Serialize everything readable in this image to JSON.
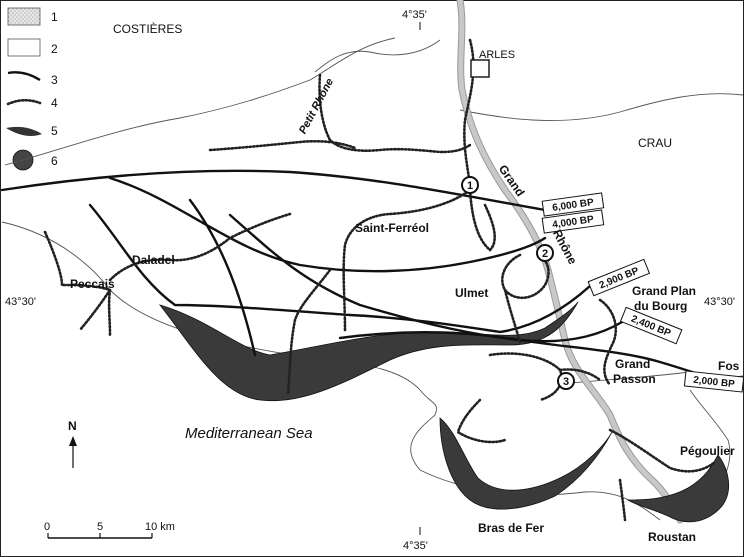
{
  "legend": [
    {
      "key": "1",
      "swatch": "stippled"
    },
    {
      "key": "2",
      "swatch": "blank"
    },
    {
      "key": "3",
      "swatch": "solid-line"
    },
    {
      "key": "4",
      "swatch": "dotted-line"
    },
    {
      "key": "5",
      "swatch": "dark-lobe"
    },
    {
      "key": "6",
      "swatch": "dark-dot"
    }
  ],
  "regions": {
    "costieres": "COSTIÈRES",
    "crau": "CRAU",
    "sea": "Mediterranean Sea"
  },
  "towns": {
    "arles": "ARLES"
  },
  "rivers": {
    "petit_rhone": "Petit Rhône",
    "grand": "Grand",
    "rhone": "Rhône"
  },
  "places": {
    "saint_ferreol": "Saint-Ferréol",
    "daladel": "Daladel",
    "peccais": "Peccais",
    "ulmet": "Ulmet",
    "grand_plan_1": "Grand Plan",
    "grand_plan_2": "du Bourg",
    "grand_passon_1": "Grand",
    "grand_passon_2": "Passon",
    "fos": "Fos",
    "pegoulier": "Pégoulier",
    "bras_de_fer": "Bras de Fer",
    "roustan": "Roustan"
  },
  "coordinates": {
    "lon_top": "4°35'",
    "lon_bottom": "4°35'",
    "lat_left": "43°30'",
    "lat_right": "43°30'"
  },
  "bp_labels": [
    "6,000 BP",
    "4,000 BP",
    "2,900 BP",
    "2,400 BP",
    "2,000 BP"
  ],
  "markers": [
    "1",
    "2",
    "3"
  ],
  "north": "N",
  "scale": {
    "ticks": [
      "0",
      "5",
      "10 km"
    ]
  }
}
